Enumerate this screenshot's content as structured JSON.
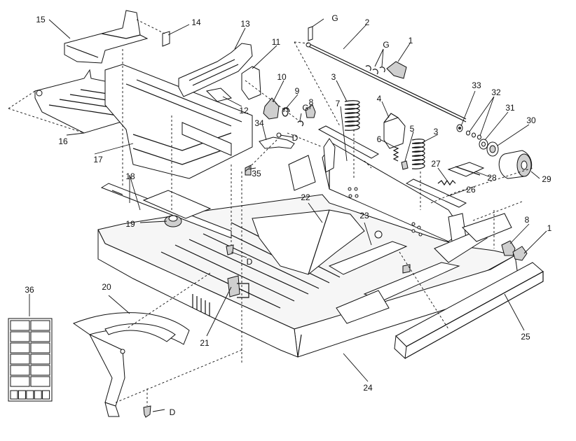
{
  "diagram": {
    "callouts": [
      {
        "id": "c1a",
        "text": "1"
      },
      {
        "id": "c1b",
        "text": "1"
      },
      {
        "id": "c2",
        "text": "2"
      },
      {
        "id": "c3a",
        "text": "3"
      },
      {
        "id": "c3b",
        "text": "3"
      },
      {
        "id": "c4",
        "text": "4"
      },
      {
        "id": "c5",
        "text": "5"
      },
      {
        "id": "c6",
        "text": "6"
      },
      {
        "id": "c7",
        "text": "7"
      },
      {
        "id": "c8a",
        "text": "8"
      },
      {
        "id": "c8b",
        "text": "8"
      },
      {
        "id": "c9",
        "text": "9"
      },
      {
        "id": "c10",
        "text": "10"
      },
      {
        "id": "c11",
        "text": "11"
      },
      {
        "id": "c12",
        "text": "12"
      },
      {
        "id": "c13",
        "text": "13"
      },
      {
        "id": "c14",
        "text": "14"
      },
      {
        "id": "c15",
        "text": "15"
      },
      {
        "id": "c16",
        "text": "16"
      },
      {
        "id": "c17",
        "text": "17"
      },
      {
        "id": "c18",
        "text": "18"
      },
      {
        "id": "c19",
        "text": "19"
      },
      {
        "id": "c20",
        "text": "20"
      },
      {
        "id": "c21",
        "text": "21"
      },
      {
        "id": "c22",
        "text": "22"
      },
      {
        "id": "c23",
        "text": "23"
      },
      {
        "id": "c24",
        "text": "24"
      },
      {
        "id": "c25",
        "text": "25"
      },
      {
        "id": "c26",
        "text": "26"
      },
      {
        "id": "c27",
        "text": "27"
      },
      {
        "id": "c28",
        "text": "28"
      },
      {
        "id": "c29",
        "text": "29"
      },
      {
        "id": "c30",
        "text": "30"
      },
      {
        "id": "c31",
        "text": "31"
      },
      {
        "id": "c32",
        "text": "32"
      },
      {
        "id": "c33",
        "text": "33"
      },
      {
        "id": "c34",
        "text": "34"
      },
      {
        "id": "c35",
        "text": "35"
      },
      {
        "id": "c36",
        "text": "36"
      },
      {
        "id": "cGa",
        "text": "G"
      },
      {
        "id": "cGb",
        "text": "G"
      },
      {
        "id": "cGc",
        "text": "G"
      },
      {
        "id": "cDa",
        "text": "D"
      },
      {
        "id": "cDb",
        "text": "D"
      },
      {
        "id": "cDc",
        "text": "D"
      }
    ]
  }
}
